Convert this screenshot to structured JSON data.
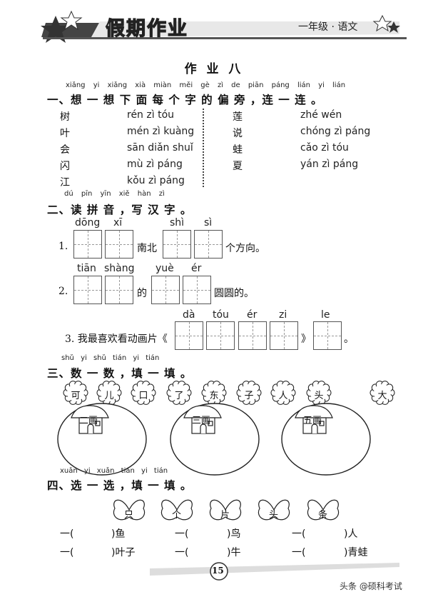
{
  "header": {
    "title": "假期作业",
    "grade_subject": "一年级 · 语文"
  },
  "page_title": "作 业 八",
  "section1": {
    "pinyin": "xiǎng yi xiǎng xià miàn měi gè zì de piān páng lián yi lián",
    "heading": "一、想 一 想 下 面 每 个 字 的 偏 旁 ，连 一 连 。",
    "left_chars": [
      "树",
      "叶",
      "会",
      "闪",
      "江"
    ],
    "left_pinyin": [
      "rén zì tóu",
      "mén zì kuàng",
      "sān diǎn shuǐ",
      "mù zì páng",
      "kǒu zì páng"
    ],
    "right_chars": [
      "莲",
      "说",
      "蛙",
      "夏"
    ],
    "right_pinyin": [
      "zhé wén",
      "chóng zì páng",
      "cǎo zì tóu",
      "yán zì páng"
    ]
  },
  "section2": {
    "pinyin": "dú pīn yīn xiě hàn zì",
    "heading": "二、读 拼 音 ，写 汉 字 。",
    "q1": {
      "num": "1.",
      "p1": "dōng",
      "p2": "xī",
      "mid": "南北",
      "p3": "shì",
      "p4": "sì",
      "tail": "个方向。"
    },
    "q2": {
      "num": "2.",
      "p1": "tiān",
      "p2": "shàng",
      "mid": "的",
      "p3": "yuè",
      "p4": "ér",
      "tail": "圆圆的。"
    },
    "q3": {
      "text": "3. 我最喜欢看动画片《",
      "p": [
        "dà",
        "tóu",
        "ér",
        "zi"
      ],
      "close": "》",
      "p5": "le",
      "end": "。"
    }
  },
  "section3": {
    "pinyin": "shǔ yi shǔ tián yi tián",
    "heading": "三、数 一 数 ，填 一 填 。",
    "chars": [
      "可",
      "儿",
      "口",
      "了",
      "东",
      "子",
      "人",
      "头",
      "大"
    ],
    "houses": [
      "二画",
      "三画",
      "五画"
    ]
  },
  "section4": {
    "pinyin": "xuǎn yi xuǎn tián yi tián",
    "heading": "四、选 一 选 ，填 一 填 。",
    "words": [
      "只",
      "个",
      "片",
      "头",
      "条"
    ],
    "row1": [
      "一(",
      ")鱼",
      "一(",
      ")鸟",
      "一(",
      ")人"
    ],
    "row2": [
      "一(",
      ")叶子",
      "一(",
      ")牛",
      "一(",
      ")青蛙"
    ]
  },
  "footer": {
    "page_number": "15",
    "watermark": "头条 @硕科考试"
  }
}
